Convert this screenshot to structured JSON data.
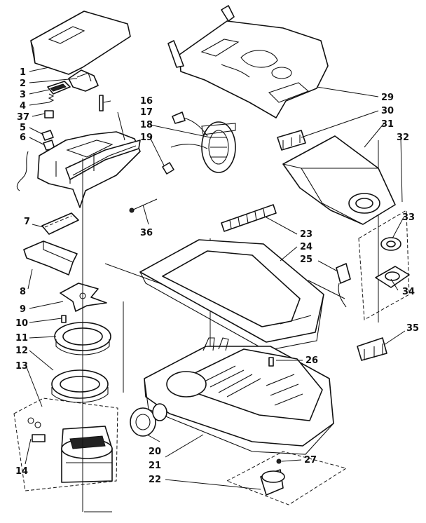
{
  "diagram": {
    "callouts": [
      {
        "id": "c1",
        "text": "1"
      },
      {
        "id": "c2",
        "text": "2"
      },
      {
        "id": "c3",
        "text": "3"
      },
      {
        "id": "c4",
        "text": "4"
      },
      {
        "id": "c37",
        "text": "37"
      },
      {
        "id": "c5",
        "text": "5"
      },
      {
        "id": "c6",
        "text": "6"
      },
      {
        "id": "c7",
        "text": "7"
      },
      {
        "id": "c8",
        "text": "8"
      },
      {
        "id": "c9",
        "text": "9"
      },
      {
        "id": "c10",
        "text": "10"
      },
      {
        "id": "c11",
        "text": "11"
      },
      {
        "id": "c12",
        "text": "12"
      },
      {
        "id": "c13",
        "text": "13"
      },
      {
        "id": "c14",
        "text": "14"
      },
      {
        "id": "c16",
        "text": "16"
      },
      {
        "id": "c17",
        "text": "17"
      },
      {
        "id": "c18",
        "text": "18"
      },
      {
        "id": "c19",
        "text": "19"
      },
      {
        "id": "c36",
        "text": "36"
      },
      {
        "id": "c20",
        "text": "20"
      },
      {
        "id": "c21",
        "text": "21"
      },
      {
        "id": "c22",
        "text": "22"
      },
      {
        "id": "c23",
        "text": "23"
      },
      {
        "id": "c24",
        "text": "24"
      },
      {
        "id": "c25",
        "text": "25"
      },
      {
        "id": "c26",
        "text": "26"
      },
      {
        "id": "c27",
        "text": "27"
      },
      {
        "id": "c29",
        "text": "29"
      },
      {
        "id": "c30",
        "text": "30"
      },
      {
        "id": "c31",
        "text": "31"
      },
      {
        "id": "c32",
        "text": "32"
      },
      {
        "id": "c33",
        "text": "33"
      },
      {
        "id": "c34",
        "text": "34"
      },
      {
        "id": "c35",
        "text": "35"
      }
    ]
  }
}
